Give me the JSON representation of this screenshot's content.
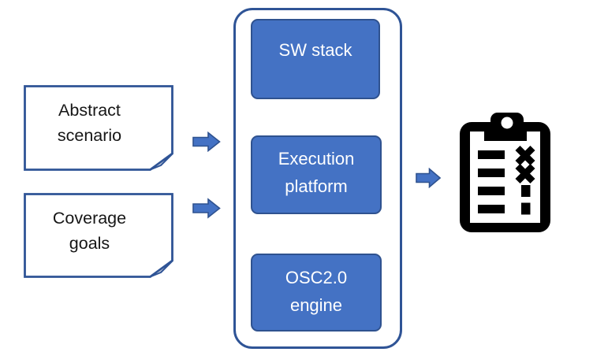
{
  "diagram": {
    "title_hint": "scenario-execution-pipeline",
    "notes": [
      {
        "label": "Abstract\nscenario"
      },
      {
        "label": "Coverage\ngoals"
      }
    ],
    "pipeline": {
      "boxes": [
        {
          "label": "SW stack"
        },
        {
          "label": "Execution\nplatform"
        },
        {
          "label": "OSC2.0\nengine"
        }
      ]
    },
    "icons": {
      "flow_arrow": "right-block-arrow-icon",
      "output": "clipboard-checklist-icon"
    },
    "colors": {
      "box_fill": "#4472C4",
      "box_border": "#2F528F",
      "outline_blue": "#2F5496",
      "fold_gray": "#CCD2DC",
      "icon_black": "#000000",
      "box_text": "#FFFFFF",
      "note_text": "#161616",
      "background": "#FFFFFF"
    }
  }
}
